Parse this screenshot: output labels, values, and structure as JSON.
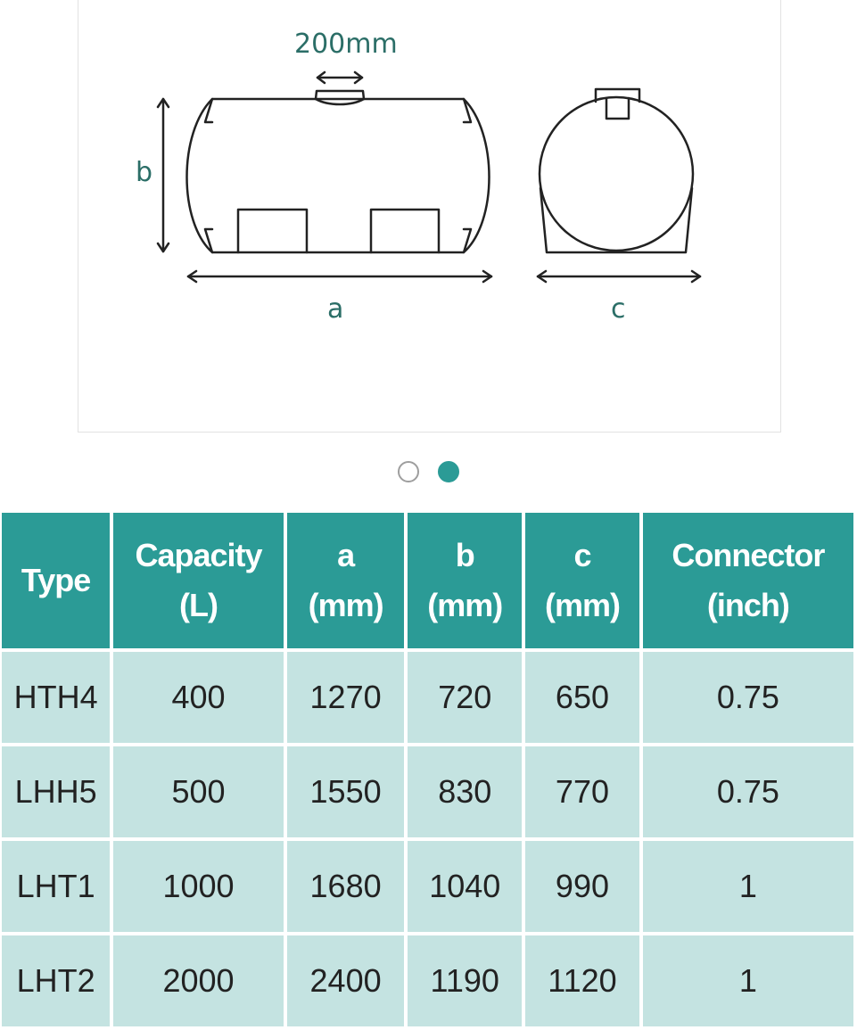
{
  "diagram": {
    "nozzle_label": "200mm",
    "height_label": "b",
    "length_label": "a",
    "width_label": "c"
  },
  "carousel": {
    "pages": 2,
    "active_page": 2
  },
  "table": {
    "headers": [
      {
        "line1": "Type",
        "line2": ""
      },
      {
        "line1": "Capacity",
        "line2": "(L)"
      },
      {
        "line1": "a",
        "line2": "(mm)"
      },
      {
        "line1": "b",
        "line2": "(mm)"
      },
      {
        "line1": "c",
        "line2": "(mm)"
      },
      {
        "line1": "Connector",
        "line2": "(inch)"
      }
    ],
    "rows": [
      [
        "HTH4",
        "400",
        "1270",
        "720",
        "650",
        "0.75"
      ],
      [
        "LHH5",
        "500",
        "1550",
        "830",
        "770",
        "0.75"
      ],
      [
        "LHT1",
        "1000",
        "1680",
        "1040",
        "990",
        "1"
      ],
      [
        "LHT2",
        "2000",
        "2400",
        "1190",
        "1120",
        "1"
      ]
    ]
  },
  "colors": {
    "accent": "#2b9b96",
    "cell_background": "#c4e3e1",
    "diagram_label": "#2b6e67"
  }
}
